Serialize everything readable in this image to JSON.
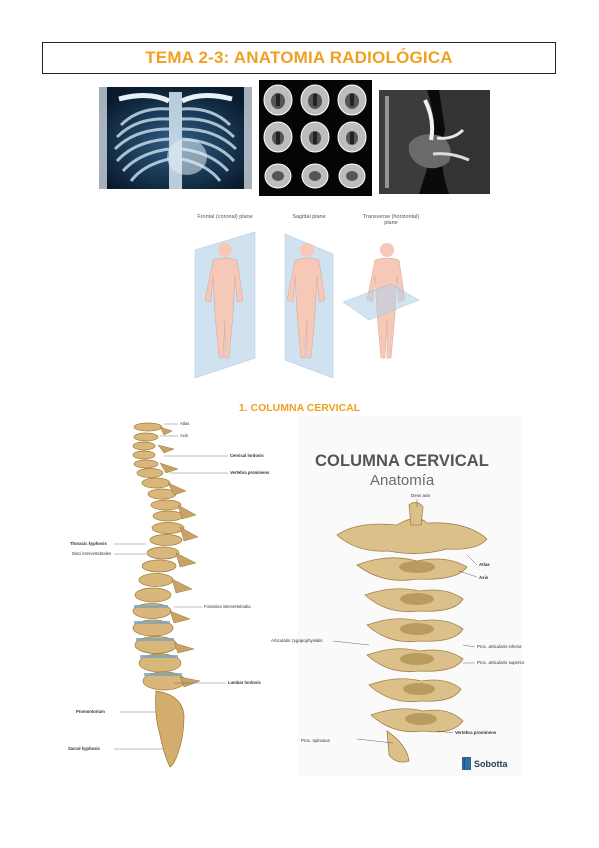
{
  "title": "TEMA 2-3: ANATOMIA RADIOLÓGICA",
  "planes": {
    "frontal": "Frontal (coronal) plane",
    "sagittal": "Sagittal plane",
    "transverse": "Transverse (horizontal) plane"
  },
  "section_heading": "1.  COLUMNA CERVICAL",
  "spine_labels": {
    "atlas": "Atlas",
    "axis": "Axis",
    "cervical_lordosis": "Cervical lordosis",
    "vertebra_prominens": "Vertebra prominens",
    "thoracic_kyphosis": "Thoracic kyphosis",
    "disci": "Disci intervertebrales",
    "foramina": "Foramina intervertebralia",
    "lumbar_lordosis": "Lumbar lordosis",
    "promontorium": "Promontorium",
    "sacral_kyphosis": "Sacral kyphosis"
  },
  "cervical_panel": {
    "title": "COLUMNA CERVICAL",
    "subtitle": "Anatomía",
    "labels": {
      "dens": "Dens axis",
      "atlas": "Atlas",
      "axis": "Axis",
      "artic_zyg": "Articulatio zygapophysialis",
      "proc_inf": "Proc. articularis inferior",
      "proc_sup": "Proc. articularis superior",
      "vert_prom": "Vertebra prominens",
      "proc_spin": "Proc. spinosus"
    },
    "brand": "Sobotta"
  }
}
